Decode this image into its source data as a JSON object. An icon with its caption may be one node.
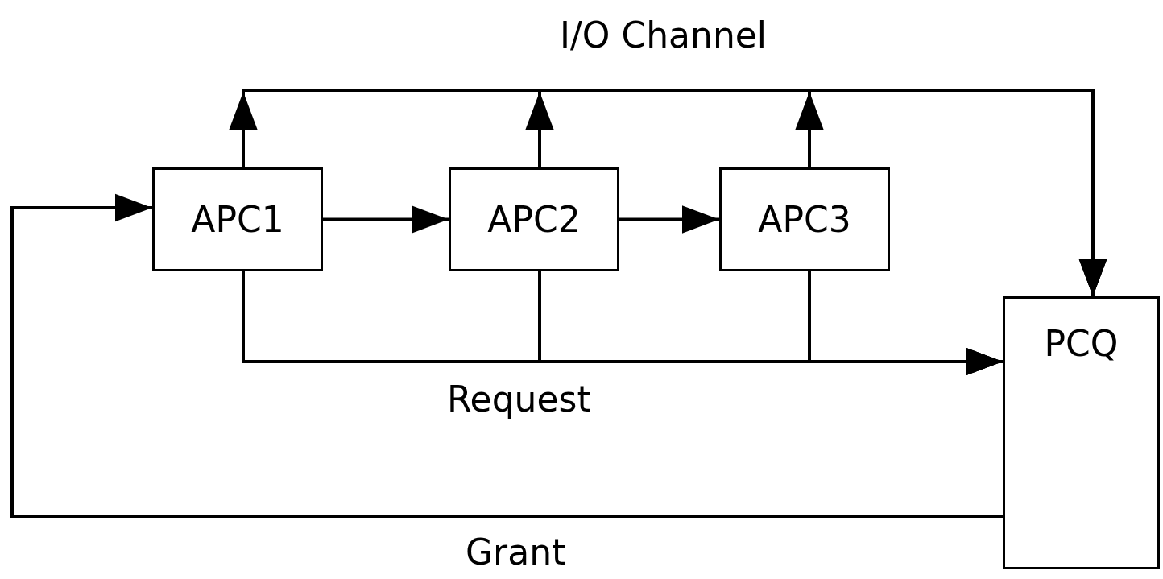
{
  "diagram": {
    "nodes": [
      {
        "text": [
          "APC1"
        ]
      },
      {
        "text": [
          "APC2"
        ]
      },
      {
        "text": [
          "APC3"
        ]
      },
      {
        "text": [
          "PCQ"
        ]
      }
    ],
    "edges": [
      {
        "from": 0,
        "to": 1,
        "arrow": "to"
      },
      {
        "from": 1,
        "to": 2,
        "arrow": "to"
      },
      {
        "from": 0,
        "to": 3,
        "arrow": "to"
      },
      {
        "from": 1,
        "to": 3,
        "arrow": "to"
      },
      {
        "from": 2,
        "to": 3,
        "arrow": "to"
      },
      {
        "from": 0,
        "to": 3,
        "arrow": "to"
      },
      {
        "from": 1,
        "to": 3,
        "arrow": "to"
      },
      {
        "from": 2,
        "to": 3,
        "arrow": "to"
      },
      {
        "from": 3,
        "to": 0,
        "arrow": "to"
      }
    ],
    "labels": [
      "I/O Channel",
      "Request",
      "Grant"
    ]
  }
}
